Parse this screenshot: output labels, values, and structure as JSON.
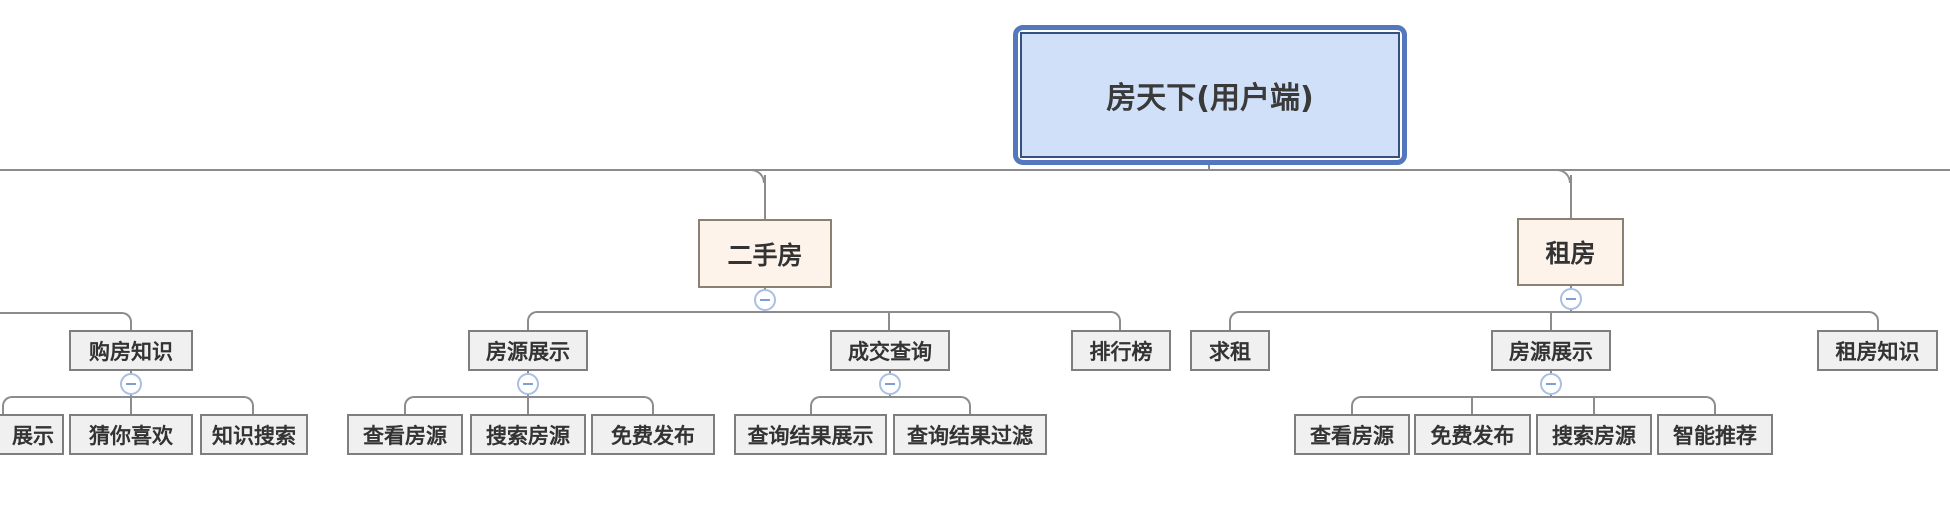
{
  "mindmap": {
    "root": {
      "label": "房天下(用户端)"
    },
    "main_topics": [
      {
        "label": "二手房",
        "children": [
          {
            "label": "房源展示",
            "children": [
              {
                "label": "查看房源"
              },
              {
                "label": "搜索房源"
              },
              {
                "label": "免费发布"
              }
            ]
          },
          {
            "label": "成交查询",
            "children": [
              {
                "label": "查询结果展示"
              },
              {
                "label": "查询结果过滤"
              }
            ]
          },
          {
            "label": "排行榜"
          }
        ]
      },
      {
        "label": "租房",
        "children": [
          {
            "label": "求租"
          },
          {
            "label": "房源展示",
            "children": [
              {
                "label": "查看房源"
              },
              {
                "label": "免费发布"
              },
              {
                "label": "搜索房源"
              },
              {
                "label": "智能推荐"
              }
            ]
          },
          {
            "label": "租房知识"
          }
        ]
      }
    ],
    "offscreen_left_branch": {
      "topics": [
        {
          "label": "购房知识",
          "children": [
            {
              "label": "展示",
              "partial": "true"
            },
            {
              "label": "猜你喜欢"
            },
            {
              "label": "知识搜索"
            }
          ]
        }
      ]
    }
  },
  "icons": {
    "collapse": "minus-in-circle"
  },
  "colors": {
    "root_fill": "#cfe0f8",
    "root_border_outer": "#5478be",
    "root_border_inner": "#35517f",
    "main_topic_fill": "#fdf3ea",
    "main_topic_border": "#8b8172",
    "subtopic_fill": "#f0f0f0",
    "subtopic_border": "#7e7e7e",
    "connector_line": "#8c8c8c",
    "collapse_border": "#a9c0e4",
    "collapse_glyph": "#7d9ed6",
    "text": "#333333"
  }
}
